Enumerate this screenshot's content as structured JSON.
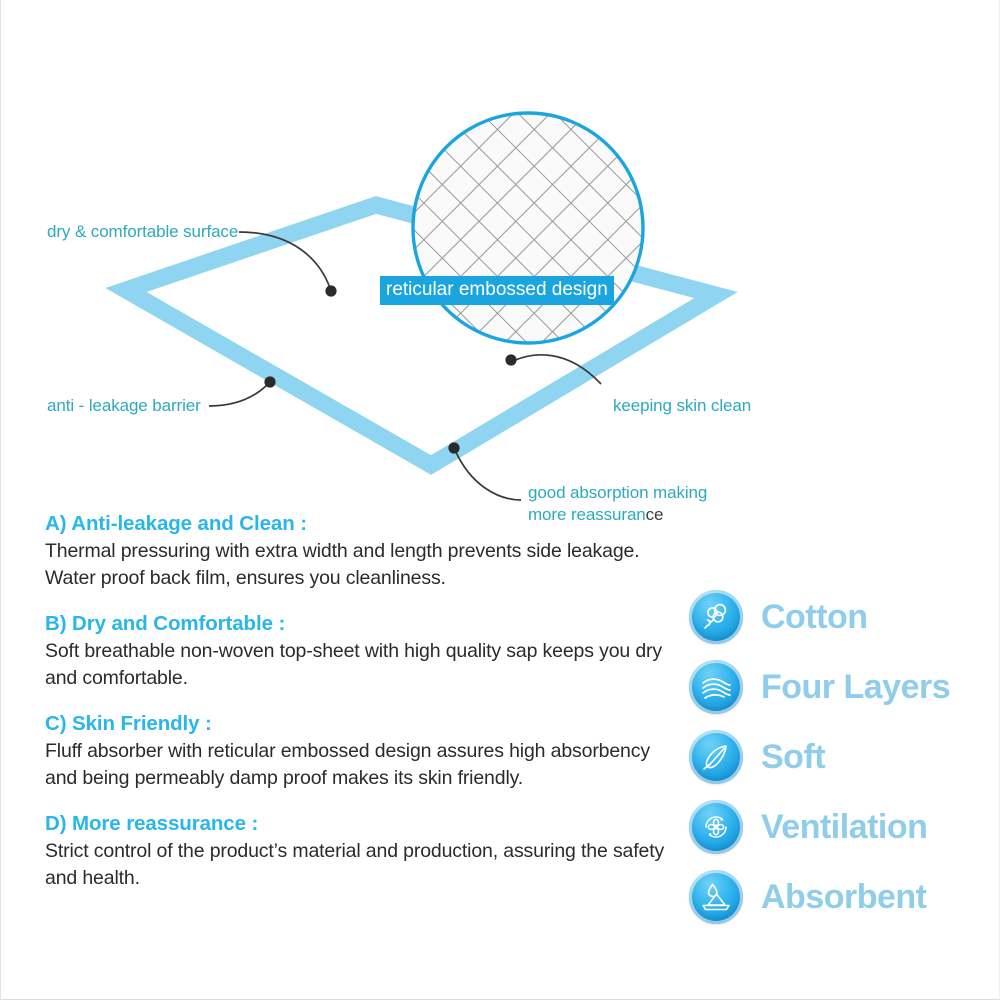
{
  "diagram": {
    "banner_label": "reticular embossed design",
    "callouts": [
      {
        "id": "dry",
        "text": "dry & comfortable surface"
      },
      {
        "id": "anti",
        "text": "anti - leakage barrier"
      },
      {
        "id": "keeping",
        "text": "keeping skin clean"
      },
      {
        "id": "absorb",
        "line1": "good absorption making",
        "line2_main": "more reassuran",
        "line2_tail": "ce"
      }
    ]
  },
  "sections": [
    {
      "heading": "A) Anti-leakage and Clean :",
      "body": "Thermal pressuring with extra width and length prevents side leakage. Water proof back film, ensures you cleanliness."
    },
    {
      "heading": "B) Dry and Comfortable :",
      "body": "Soft breathable non-woven top-sheet with high quality sap keeps you dry and comfortable."
    },
    {
      "heading": "C) Skin Friendly :",
      "body": "Fluff absorber with reticular embossed design assures high absorbency and being permeably damp proof makes its skin friendly."
    },
    {
      "heading": "D) More reassurance :",
      "body": "Strict control of the product’s material and production, assuring the safety and health."
    }
  ],
  "features": [
    {
      "label": "Cotton",
      "icon": "cotton-boll-icon"
    },
    {
      "label": "Four Layers",
      "icon": "layered-waves-icon"
    },
    {
      "label": "Soft",
      "icon": "feather-icon"
    },
    {
      "label": "Ventilation",
      "icon": "fan-icon"
    },
    {
      "label": "Absorbent",
      "icon": "water-droplet-icon"
    }
  ],
  "colors": {
    "accent_cyan": "#29b6e8",
    "callout_teal": "#2da9bd",
    "banner_blue": "#1ba5df",
    "feature_label_blue": "#8fcdea",
    "pad_blue": "#8fd4f0",
    "mesh_gray": "#9a9a9a",
    "body_text": "#2b2b2b"
  }
}
